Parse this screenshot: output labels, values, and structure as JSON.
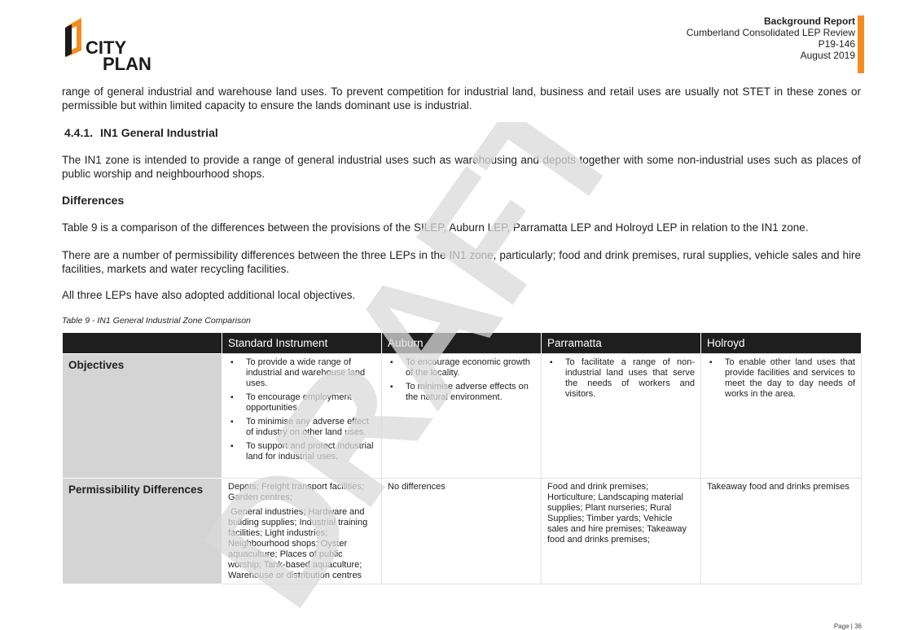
{
  "logo": {
    "word1": "CITY",
    "word2": "PLAN",
    "colors": {
      "orange": "#f28c1e",
      "dark": "#1a1a1a"
    }
  },
  "header": {
    "title": "Background Report",
    "line2": "Cumberland Consolidated LEP Review",
    "line3": "P19-146",
    "line4": "August 2019",
    "accent": "#f28c1e"
  },
  "body": {
    "p1": "range of general industrial and warehouse land uses.  To prevent competition for industrial land, business and retail uses are usually not STET in these zones or permissible but within limited capacity to ensure the lands dominant use is industrial.",
    "section_num": "4.4.1.",
    "section_title": "IN1 General Industrial",
    "p2": "The IN1 zone is intended to provide a range of general industrial uses such as warehousing and depots together with some non-industrial uses such as places of public worship and neighbourhood shops.",
    "diff_heading": "Differences",
    "p3": "Table 9 is a comparison of the differences between the provisions of the SILEP, Auburn LEP, Parramatta LEP and Holroyd LEP in relation to the IN1 zone.",
    "p4": "There are a number of permissibility differences between the three LEPs in the IN1 zone, particularly; food and drink premises, rural supplies, vehicle sales and hire facilities, markets and water recycling facilities.",
    "p5": "All three LEPs have also adopted additional local objectives.",
    "caption": "Table 9 - IN1 General Industrial Zone Comparison"
  },
  "table": {
    "headers": [
      "",
      "Standard Instrument",
      "Auburn",
      "Parramatta",
      "Holroyd"
    ],
    "row1_label": "Objectives",
    "si_objectives": [
      "To provide a wide range of industrial and warehouse land uses.",
      "To encourage employment opportunities.",
      "To minimise any adverse effect of industry on other land uses.",
      "To support and protect industrial land for industrial uses."
    ],
    "auburn_objectives": [
      "To encourage economic growth of the locality.",
      "To minimise adverse effects on the natural environment."
    ],
    "parramatta_objectives": [
      "To facilitate a range of non-industrial land uses that serve the needs of workers and visitors."
    ],
    "holroyd_objectives": [
      "To enable other land uses that provide facilities and services to meet the day to day needs of works in the area."
    ],
    "row2_label": "Permissibility Differences",
    "si_perm_1": "Depots; Freight transport facilities; Garden centres;",
    "si_perm_2": " General industries; Hardware and building supplies; Industrial training facilities; Light industries; Neighbourhood shops; Oyster aquaculture; Places of public worship; Tank-based aquaculture; Warehouse or distribution centres",
    "auburn_perm": "No differences",
    "parramatta_perm": "Food and drink premises; Horticulture; Landscaping material supplies; Plant nurseries; Rural Supplies; Timber yards; Vehicle sales and hire premises; Takeaway food and drinks premises;",
    "holroyd_perm": "Takeaway food and drinks premises"
  },
  "watermark": {
    "text": "DRAFT",
    "color": "#d9d9d9"
  },
  "footer": {
    "page": "Page | 36"
  }
}
